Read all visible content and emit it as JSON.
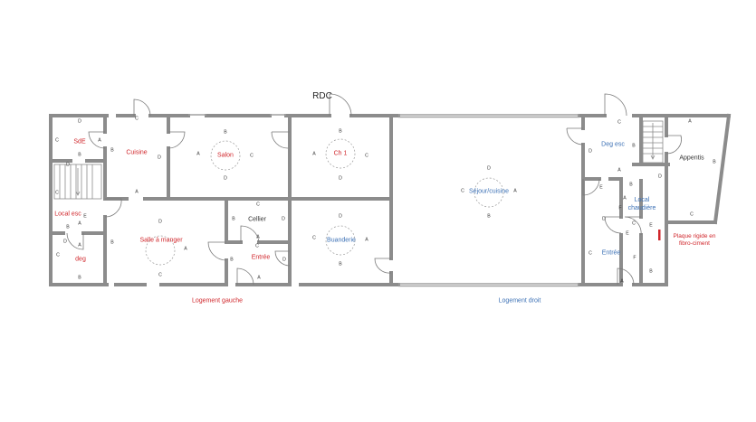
{
  "title": "RDC",
  "colors": {
    "wall": "#8c8c8c",
    "red_label": "#d0262b",
    "blue_label": "#3b70b5",
    "marker": "#d0262b"
  },
  "sections": {
    "left": "Logement gauche",
    "right": "Logement droit"
  },
  "rooms": {
    "sde": "SdE",
    "cuisine": "Cuisine",
    "salon": "Salon",
    "ch1": "Ch 1",
    "local_esc": "Local esc",
    "deg": "deg",
    "salle_a_manger": "Salle à manger",
    "cellier": "Cellier",
    "entree_gauche": "Entrée",
    "buanderie": "Buanderie",
    "sejour_cuisine": "Séjour/cuisine",
    "deg_esc": "Deg esc",
    "appentis": "Appentis",
    "local_chaudiere": "Local\nchaudière",
    "entree_droite": "Entrée"
  },
  "note": "Plaque rigide en\nfibro-ciment",
  "wall_labels": {
    "sde": {
      "a": "A",
      "b": "B",
      "c": "C",
      "d": "D"
    },
    "cuisine": {
      "a": "A",
      "b": "B",
      "c": "C",
      "d": "D"
    },
    "salon": {
      "a": "A",
      "b": "B",
      "c": "C",
      "d": "D"
    },
    "ch1": {
      "a": "A",
      "b": "B",
      "c": "C",
      "d": "D"
    },
    "local_esc": {
      "a": "A",
      "b": "B",
      "c": "C",
      "d": "D",
      "e": "E"
    },
    "deg": {
      "a": "A",
      "b": "B",
      "c": "C",
      "d": "D"
    },
    "sam": {
      "a": "A",
      "b": "B",
      "c": "C",
      "d": "D"
    },
    "cellier": {
      "a": "A",
      "b": "B",
      "c": "C",
      "d": "D"
    },
    "entree_g": {
      "a": "A",
      "b": "B",
      "c": "C",
      "d": "D"
    },
    "buanderie": {
      "a": "A",
      "b": "B",
      "c": "C",
      "d": "D"
    },
    "sejour": {
      "a": "A",
      "b": "B",
      "c": "C",
      "d": "D"
    },
    "deg_esc": {
      "a": "A",
      "b": "B",
      "c": "C",
      "d": "D",
      "e": "E"
    },
    "appentis": {
      "a": "A",
      "b": "B",
      "c": "C"
    },
    "chaudiere": {
      "a": "A",
      "b": "B",
      "c": "C",
      "d": "D",
      "e": "E",
      "f": "F"
    },
    "entree_d": {
      "a": "A",
      "b": "B",
      "c": "C",
      "d": "D",
      "e": "E",
      "f": "F"
    }
  }
}
